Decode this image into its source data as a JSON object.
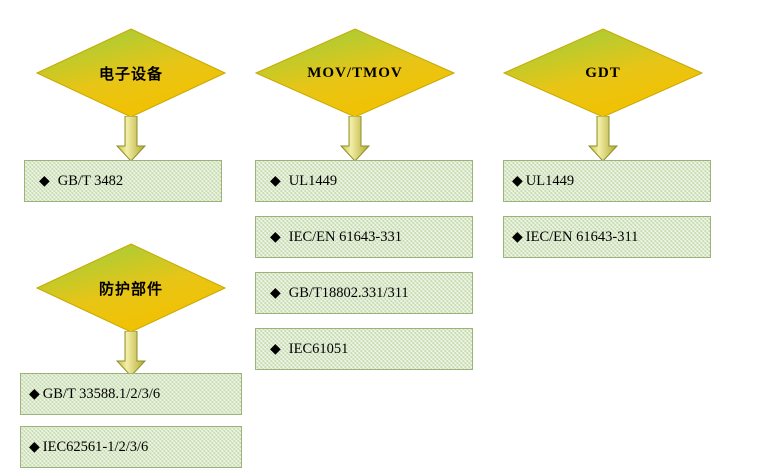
{
  "diagram": {
    "title": "Standards mapping flowchart",
    "colors": {
      "diamond_green": "#5fa32a",
      "diamond_yellow": "#f0c419",
      "box_fill": "#d9e8c8",
      "box_border": "#9bb37a",
      "arrow_fill": "#e3d96a",
      "arrow_border": "#8a8f2a"
    },
    "nodes": [
      {
        "id": "n1",
        "label": "电子设备"
      },
      {
        "id": "n2",
        "label": "MOV/TMOV"
      },
      {
        "id": "n3",
        "label": "GDT"
      },
      {
        "id": "n4",
        "label": "防护部件"
      }
    ],
    "boxes": {
      "col1": [
        {
          "bullet": "◆",
          "text": "GB/T 3482"
        }
      ],
      "col2": [
        {
          "bullet": "◆",
          "text": "UL1449"
        },
        {
          "bullet": "◆",
          "text": "IEC/EN 61643-331"
        },
        {
          "bullet": "◆",
          "text": "GB/T18802.331/311"
        },
        {
          "bullet": "◆",
          "text": "IEC61051"
        }
      ],
      "col3": [
        {
          "bullet": "◆",
          "text": "UL1449"
        },
        {
          "bullet": "◆",
          "text": "IEC/EN 61643-311"
        }
      ],
      "col4": [
        {
          "bullet": "◆",
          "text": "GB/T 33588.1/2/3/6"
        },
        {
          "bullet": "◆",
          "text": "IEC62561-1/2/3/6"
        }
      ]
    }
  }
}
